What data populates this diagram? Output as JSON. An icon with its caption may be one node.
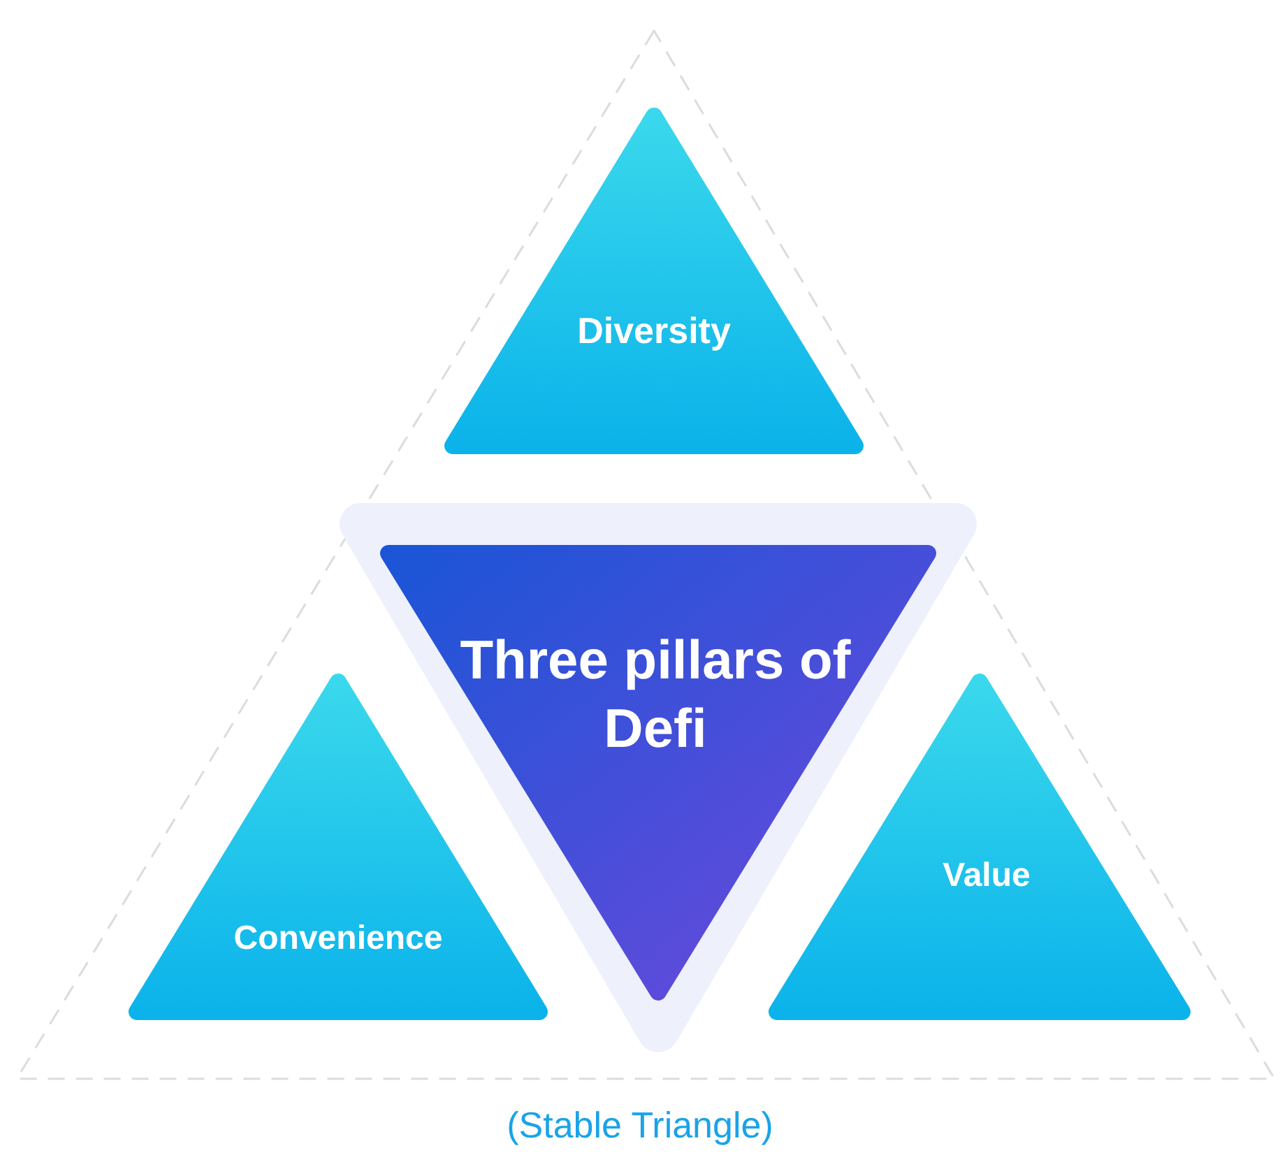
{
  "diagram": {
    "caption": "(Stable Triangle)",
    "nodes": [
      {
        "text": [
          "Diversity"
        ]
      },
      {
        "text": [
          "Three pillars of Defi"
        ]
      },
      {
        "text": [
          "Convenience"
        ]
      },
      {
        "text": [
          "Value"
        ]
      }
    ]
  }
}
